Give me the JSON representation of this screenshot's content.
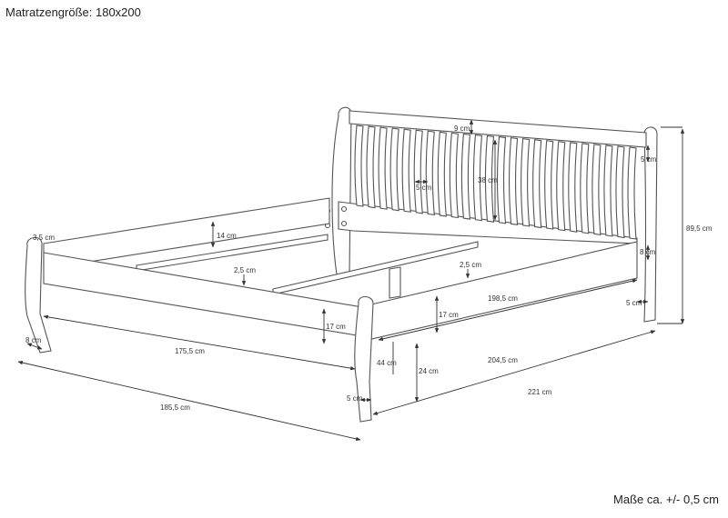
{
  "title": "Matratzengröße: 180x200",
  "tolerance": "Maße ca. +/- 0,5 cm",
  "dimensions": {
    "slat_gap_top": "9 cm",
    "slat_width": "5 cm",
    "headboard_panel_height": "38 cm",
    "post_right": "5 cm",
    "total_height": "89,5 cm",
    "rail_height_inner": "14 cm",
    "foot_top": "3,5 cm",
    "center_beam_a": "2,5 cm",
    "center_beam_b": "2,5 cm",
    "side_rail_height_right": "8 cm",
    "inner_length": "198,5 cm",
    "leg_right": "5 cm",
    "side_rail_height": "17 cm",
    "foot_rail_height": "17 cm",
    "leg_width": "8 cm",
    "inner_width": "175,5 cm",
    "foot_height": "44 cm",
    "clearance": "24 cm",
    "outer_length_inner": "204,5 cm",
    "foot_leg": "5 cm",
    "outer_width": "185,5 cm",
    "outer_length": "221 cm"
  }
}
